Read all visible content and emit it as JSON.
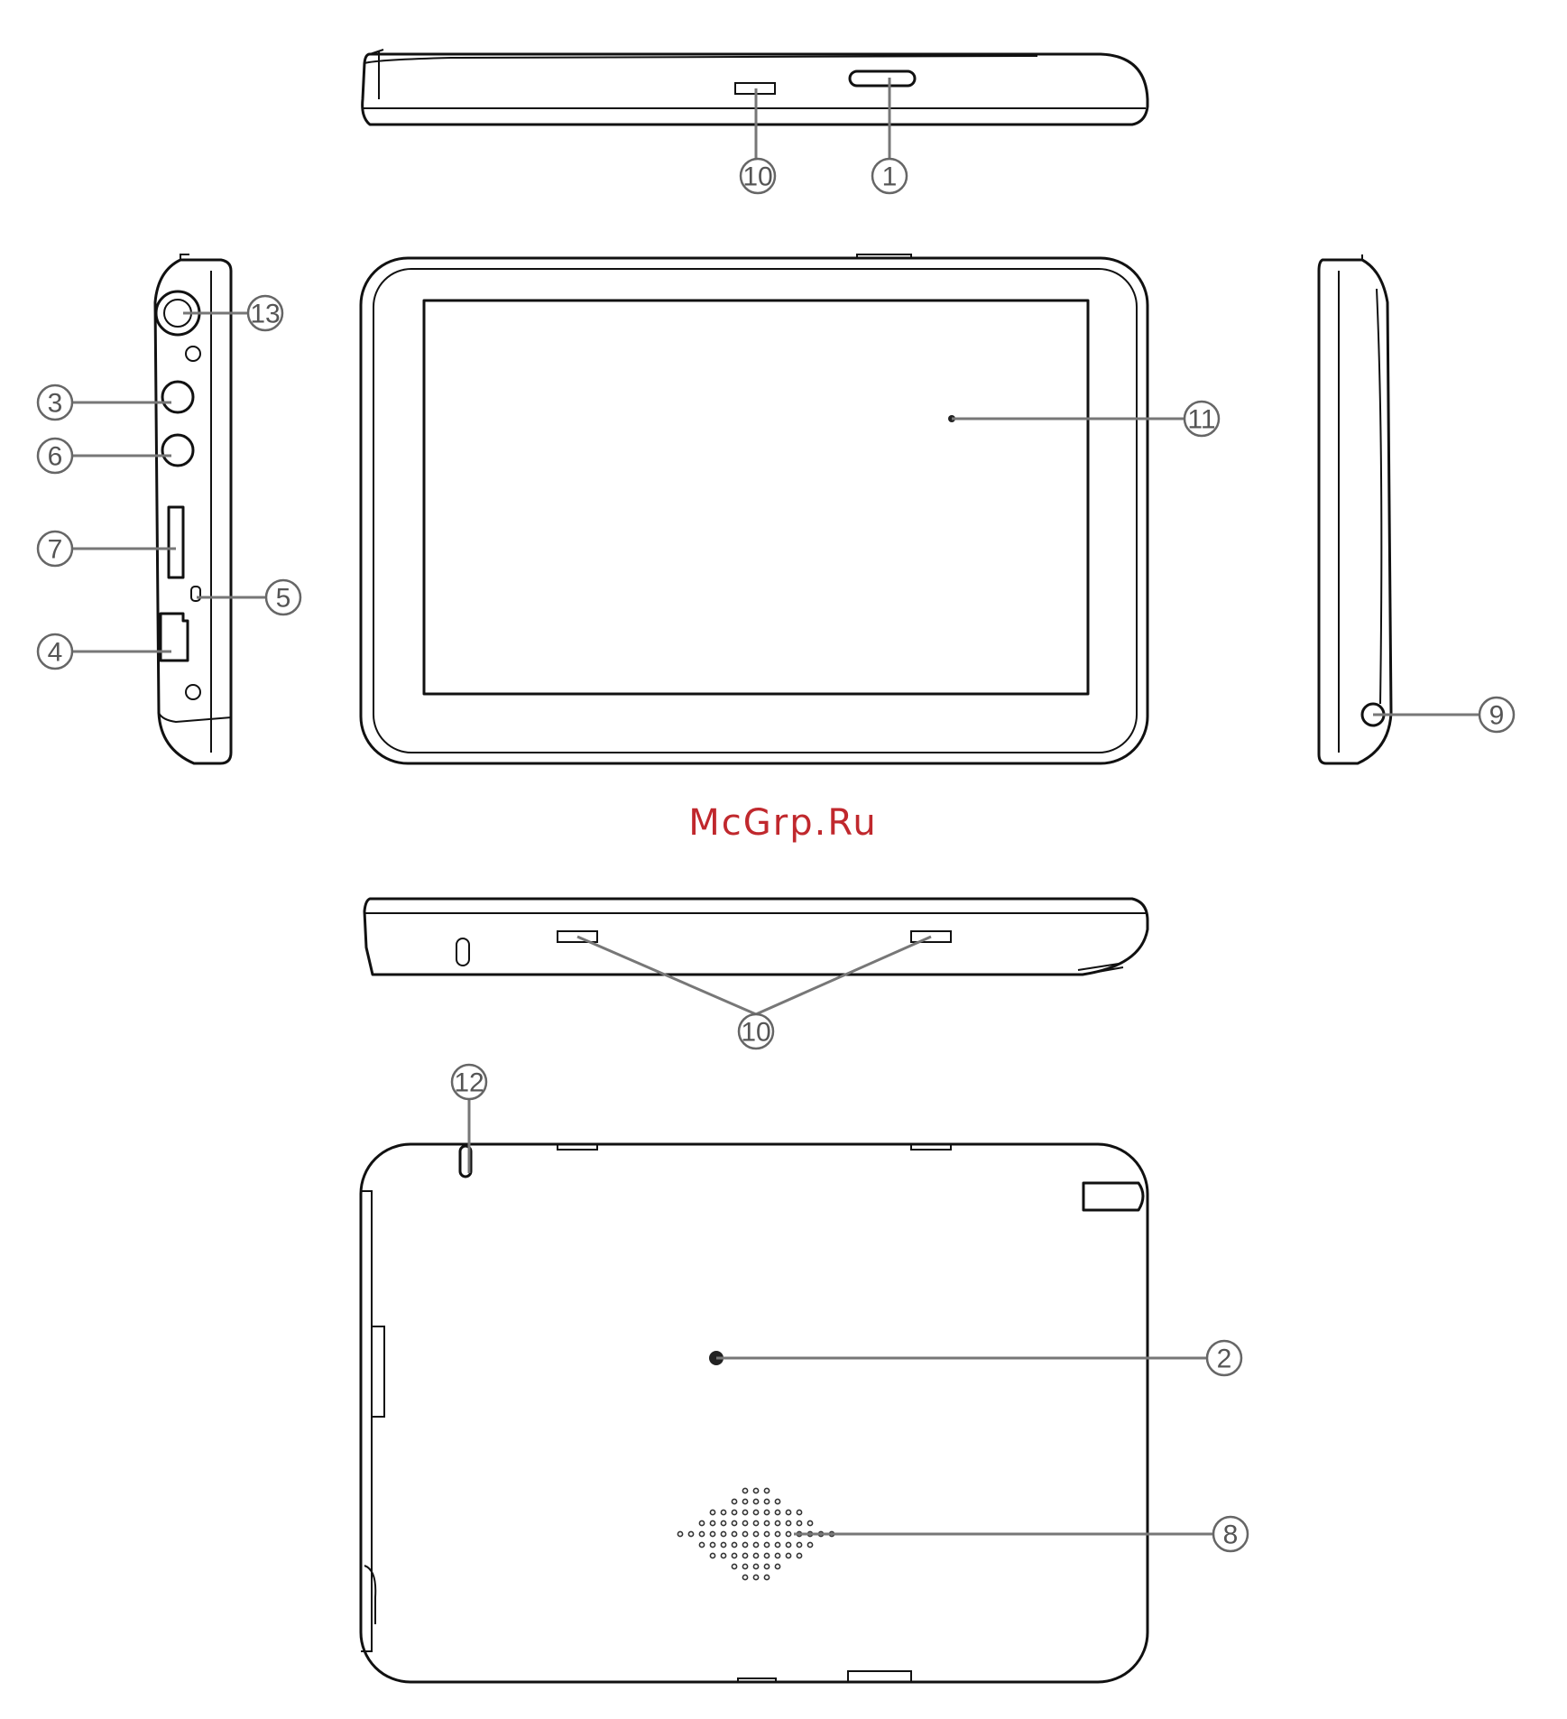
{
  "watermark": "McGrp.Ru",
  "colors": {
    "watermark": "#c0282d",
    "outline": "#111111",
    "leader": "#777777",
    "callout": "#555555"
  },
  "callouts": {
    "c1": "1",
    "c2": "2",
    "c3": "3",
    "c4": "4",
    "c5": "5",
    "c6": "6",
    "c7": "7",
    "c8": "8",
    "c9": "9",
    "c10_top": "10",
    "c10_bottom": "10",
    "c11": "11",
    "c12": "12",
    "c13": "13"
  }
}
